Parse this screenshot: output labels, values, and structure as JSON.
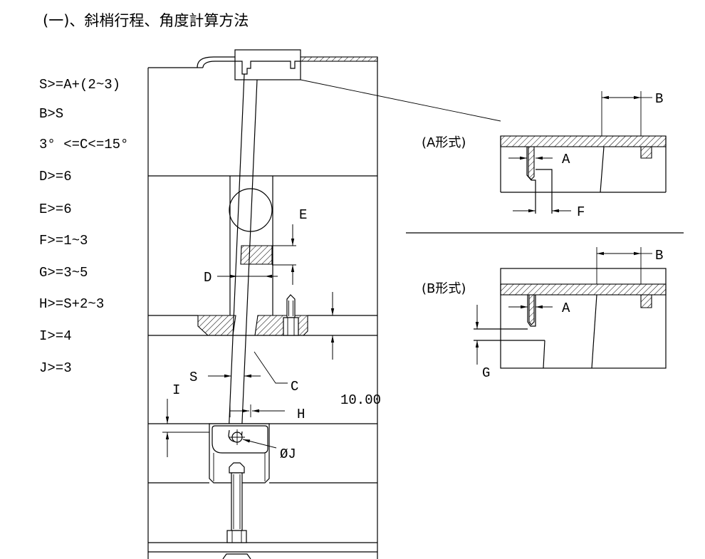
{
  "title": "(一)、斜梢行程、角度計算方法",
  "formulas": [
    "S>=A+(2~3)",
    "B>S",
    "3° <=C<=15°",
    "D>=6",
    "E>=6",
    "F>=1~3",
    "G>=3~5",
    "H>=S+2~3",
    "I>=4",
    "J>=3"
  ],
  "main_labels": {
    "e": "E",
    "d": "D",
    "s": "S",
    "c": "C",
    "i": "I",
    "h": "H",
    "j": "ØJ",
    "value": "10.00"
  },
  "detail_a": {
    "title": "(A形式)",
    "a": "A",
    "b": "B",
    "f": "F"
  },
  "detail_b": {
    "title": "(B形式)",
    "a": "A",
    "b": "B",
    "g": "G"
  }
}
